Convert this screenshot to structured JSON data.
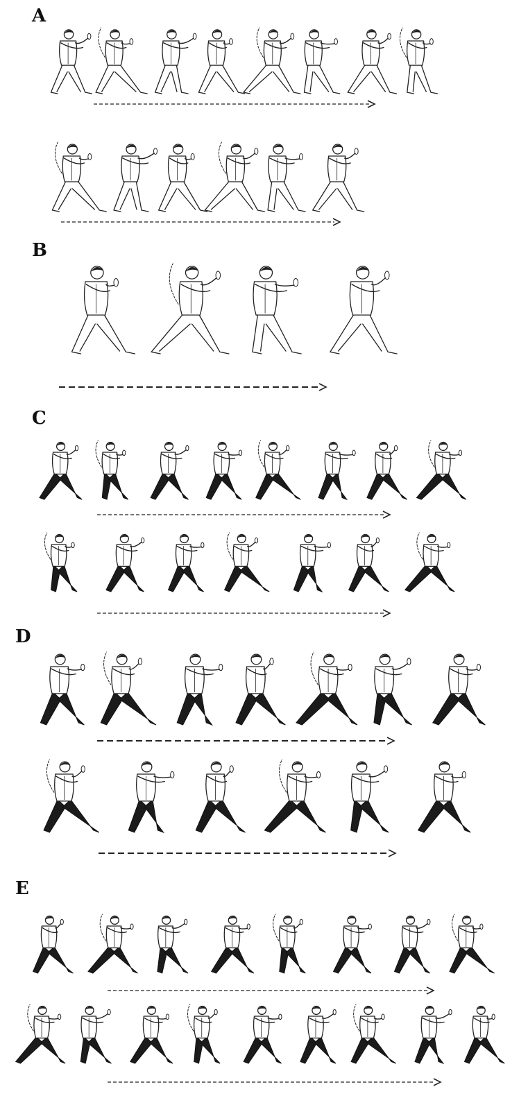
{
  "panels": [
    {
      "label": "A",
      "rows": [
        {
          "figures": 8,
          "style": "light",
          "scale": 0.95,
          "arrow": true
        },
        {
          "figures": 6,
          "style": "light",
          "scale": 1.0,
          "arrow": true
        }
      ]
    },
    {
      "label": "B",
      "rows": [
        {
          "figures": 4,
          "style": "light",
          "scale": 1.3,
          "arrow": true
        }
      ]
    },
    {
      "label": "C",
      "rows": [
        {
          "figures": 8,
          "style": "dark",
          "scale": 0.85,
          "arrow": true
        },
        {
          "figures": 7,
          "style": "dark",
          "scale": 0.85,
          "arrow": true
        }
      ]
    },
    {
      "label": "D",
      "rows": [
        {
          "figures": 7,
          "style": "dark",
          "scale": 1.05,
          "arrow": true
        },
        {
          "figures": 6,
          "style": "dark",
          "scale": 1.05,
          "arrow": true
        }
      ]
    },
    {
      "label": "E",
      "rows": [
        {
          "figures": 8,
          "style": "dark",
          "scale": 0.85,
          "arrow": true
        },
        {
          "figures": 9,
          "style": "dark",
          "scale": 0.85,
          "arrow": true
        }
      ]
    }
  ]
}
